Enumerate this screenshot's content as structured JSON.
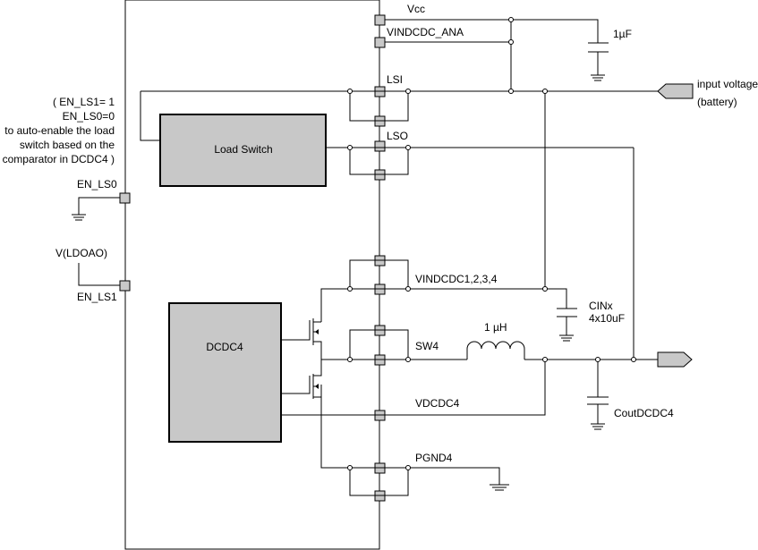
{
  "labels": {
    "vcc": "Vcc",
    "vindcdc_ana": "VINDCDC_ANA",
    "cap_1uf": "1µF",
    "lsi": "LSI",
    "lso": "LSO",
    "input_voltage": "input voltage",
    "battery": "(battery)",
    "load_switch": "Load Switch",
    "note": [
      "( EN_LS1= 1",
      "EN_LS0=0",
      "to auto-enable the load",
      "switch based on the",
      "comparator in DCDC4 )"
    ],
    "en_ls0": "EN_LS0",
    "v_ldoao": "V(LDOAO)",
    "en_ls1": "EN_LS1",
    "dcdc4": "DCDC4",
    "vindcdc": "VINDCDC1,2,3,4",
    "cinx": "CINx",
    "cinx_value": "4x10uF",
    "inductor": "1 µH",
    "sw4": "SW4",
    "vdcdc4": "VDCDC4",
    "coutdcdc4": "CoutDCDC4",
    "pgnd4": "PGND4"
  }
}
